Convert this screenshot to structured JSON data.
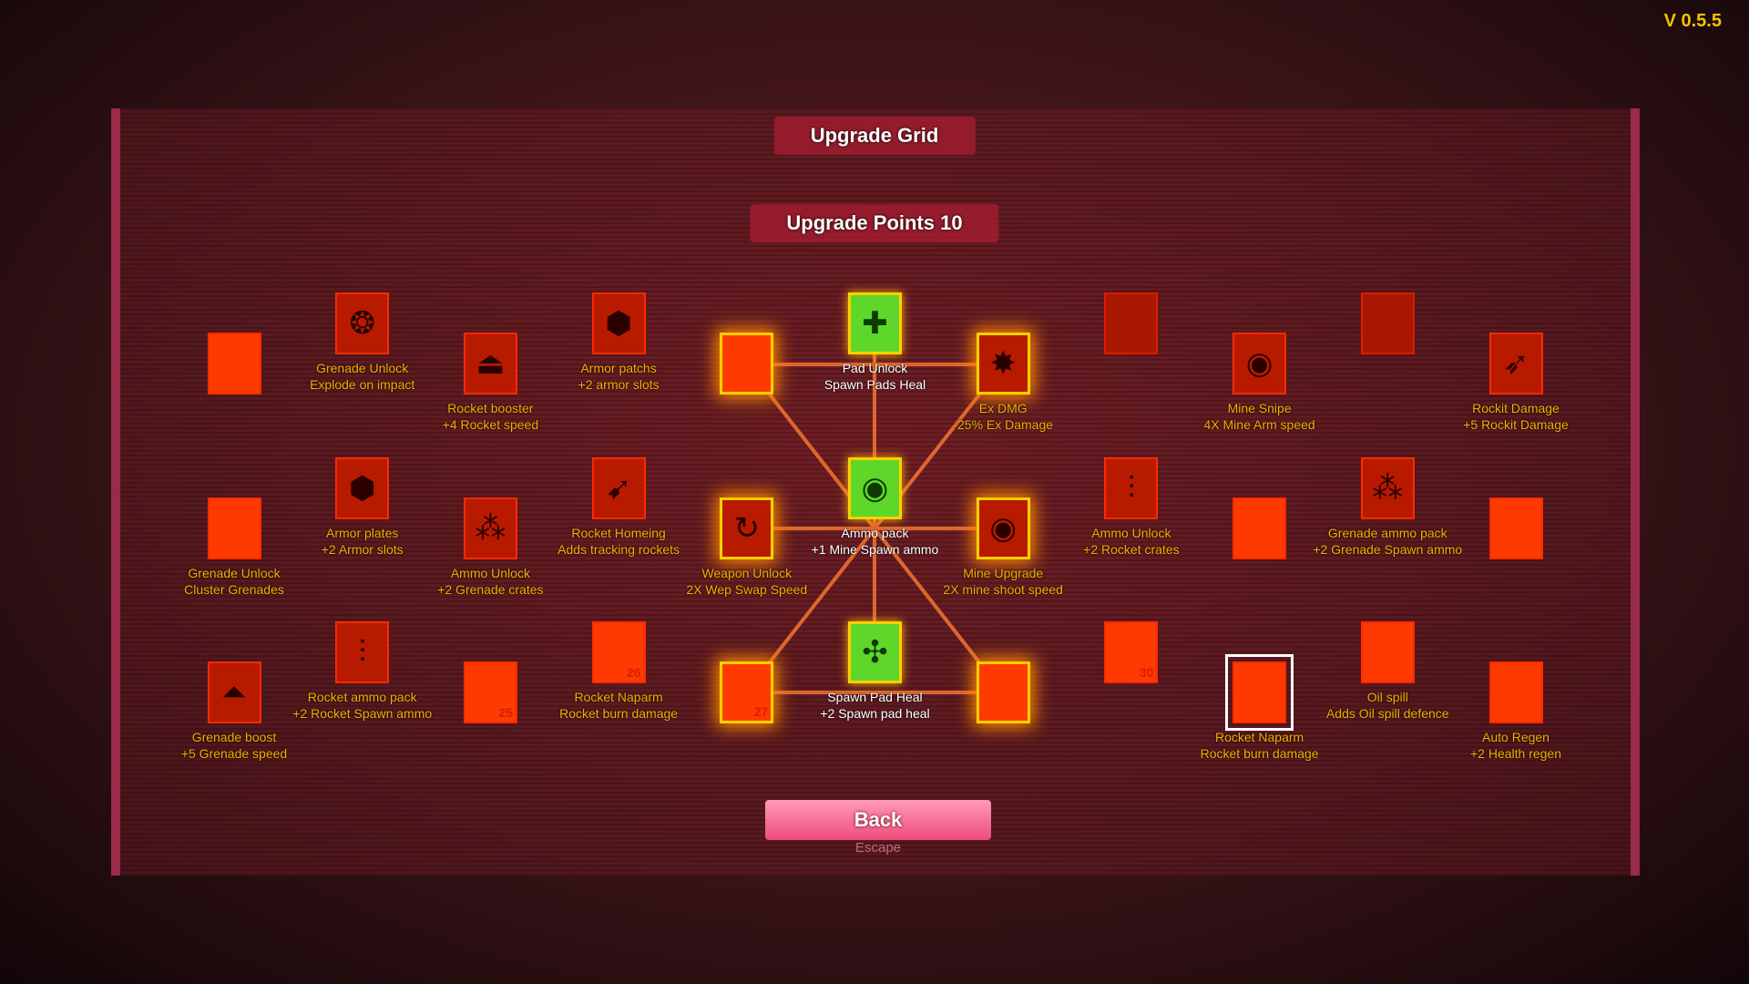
{
  "version": "V 0.5.5",
  "title": "Upgrade Grid",
  "points_label": "Upgrade Points 10",
  "back": {
    "label": "Back",
    "hint": "Escape"
  },
  "tiles": [
    {
      "row": 0,
      "col": 0,
      "state": "available",
      "icon": "",
      "name": "",
      "desc": ""
    },
    {
      "row": 0,
      "col": 1,
      "state": "unlocked",
      "icon": "grenade-icon",
      "name": "Grenade Unlock",
      "desc": "Explode on impact"
    },
    {
      "row": 0,
      "col": 2,
      "state": "unlocked",
      "icon": "rocket-booster-icon",
      "name": "Rocket booster",
      "desc": "+4 Rocket speed"
    },
    {
      "row": 0,
      "col": 3,
      "state": "unlocked",
      "icon": "armor-icon",
      "name": "Armor patchs",
      "desc": "+2 armor slots"
    },
    {
      "row": 0,
      "col": 4,
      "state": "reachable",
      "icon": "",
      "name": "",
      "desc": ""
    },
    {
      "row": 0,
      "col": 5,
      "state": "purchased",
      "icon": "plus-icon",
      "name": "Pad Unlock",
      "desc": "Spawn Pads Heal"
    },
    {
      "row": 0,
      "col": 6,
      "state": "reachable",
      "icon": "explosion-icon",
      "name": "Ex DMG",
      "desc": "-25% Ex Damage"
    },
    {
      "row": 0,
      "col": 7,
      "state": "locked",
      "icon": "",
      "name": "",
      "desc": ""
    },
    {
      "row": 0,
      "col": 8,
      "state": "unlocked",
      "icon": "mine-icon",
      "name": "Mine Snipe",
      "desc": "4X Mine Arm speed"
    },
    {
      "row": 0,
      "col": 9,
      "state": "locked",
      "icon": "",
      "name": "",
      "desc": ""
    },
    {
      "row": 0,
      "col": 10,
      "state": "unlocked",
      "icon": "rocket-icon",
      "name": "Rockit Damage",
      "desc": "+5 Rockit Damage"
    },
    {
      "row": 1,
      "col": 0,
      "state": "available",
      "icon": "",
      "name": "Grenade Unlock",
      "desc": "Cluster Grenades"
    },
    {
      "row": 1,
      "col": 1,
      "state": "unlocked",
      "icon": "armor-icon",
      "name": "Armor plates",
      "desc": "+2 Armor slots"
    },
    {
      "row": 1,
      "col": 2,
      "state": "unlocked",
      "icon": "grenades-icon",
      "name": "Ammo Unlock",
      "desc": "+2 Grenade crates"
    },
    {
      "row": 1,
      "col": 3,
      "state": "unlocked",
      "icon": "homing-rocket-icon",
      "name": "Rocket Homeing",
      "desc": "Adds tracking rockets"
    },
    {
      "row": 1,
      "col": 4,
      "state": "reachable",
      "icon": "weapon-swap-icon",
      "name": "Weapon Unlock",
      "desc": "2X Wep Swap Speed"
    },
    {
      "row": 1,
      "col": 5,
      "state": "purchased",
      "icon": "mine-icon",
      "name": "Ammo pack",
      "desc": "+1 Mine Spawn ammo"
    },
    {
      "row": 1,
      "col": 6,
      "state": "reachable",
      "icon": "mine-icon",
      "name": "Mine Upgrade",
      "desc": "2X mine shoot speed"
    },
    {
      "row": 1,
      "col": 7,
      "state": "unlocked",
      "icon": "rockets-icon",
      "name": "Ammo Unlock",
      "desc": "+2 Rocket crates"
    },
    {
      "row": 1,
      "col": 8,
      "state": "available",
      "icon": "",
      "name": "",
      "desc": ""
    },
    {
      "row": 1,
      "col": 9,
      "state": "unlocked",
      "icon": "grenades-icon",
      "name": "Grenade ammo pack",
      "desc": "+2 Grenade Spawn ammo"
    },
    {
      "row": 1,
      "col": 10,
      "state": "available",
      "icon": "",
      "name": "",
      "desc": ""
    },
    {
      "row": 2,
      "col": 0,
      "state": "unlocked",
      "icon": "grenade-boost-icon",
      "name": "Grenade boost",
      "desc": "+5 Grenade speed"
    },
    {
      "row": 2,
      "col": 1,
      "state": "unlocked",
      "icon": "rockets-icon",
      "name": "Rocket ammo pack",
      "desc": "+2 Rocket Spawn ammo"
    },
    {
      "row": 2,
      "col": 2,
      "state": "available",
      "icon": "",
      "name": "",
      "desc": "",
      "num": "25"
    },
    {
      "row": 2,
      "col": 3,
      "state": "available",
      "icon": "",
      "name": "Rocket Naparm",
      "desc": "Rocket burn damage",
      "num": "26"
    },
    {
      "row": 2,
      "col": 4,
      "state": "reachable",
      "icon": "",
      "name": "",
      "desc": "",
      "num": "27"
    },
    {
      "row": 2,
      "col": 5,
      "state": "purchased",
      "icon": "pads-icon",
      "name": "Spawn Pad Heal",
      "desc": "+2 Spawn pad heal"
    },
    {
      "row": 2,
      "col": 6,
      "state": "reachable",
      "icon": "",
      "name": "",
      "desc": ""
    },
    {
      "row": 2,
      "col": 7,
      "state": "available",
      "icon": "",
      "name": "",
      "desc": "",
      "num": "30"
    },
    {
      "row": 2,
      "col": 8,
      "state": "selected",
      "icon": "",
      "name": "Rocket Naparm",
      "desc": "Rocket burn damage"
    },
    {
      "row": 2,
      "col": 9,
      "state": "available",
      "icon": "",
      "name": "Oil spill",
      "desc": "Adds Oil spill defence"
    },
    {
      "row": 2,
      "col": 10,
      "state": "available",
      "icon": "",
      "name": "Auto Regen",
      "desc": "+2 Health regen"
    }
  ]
}
